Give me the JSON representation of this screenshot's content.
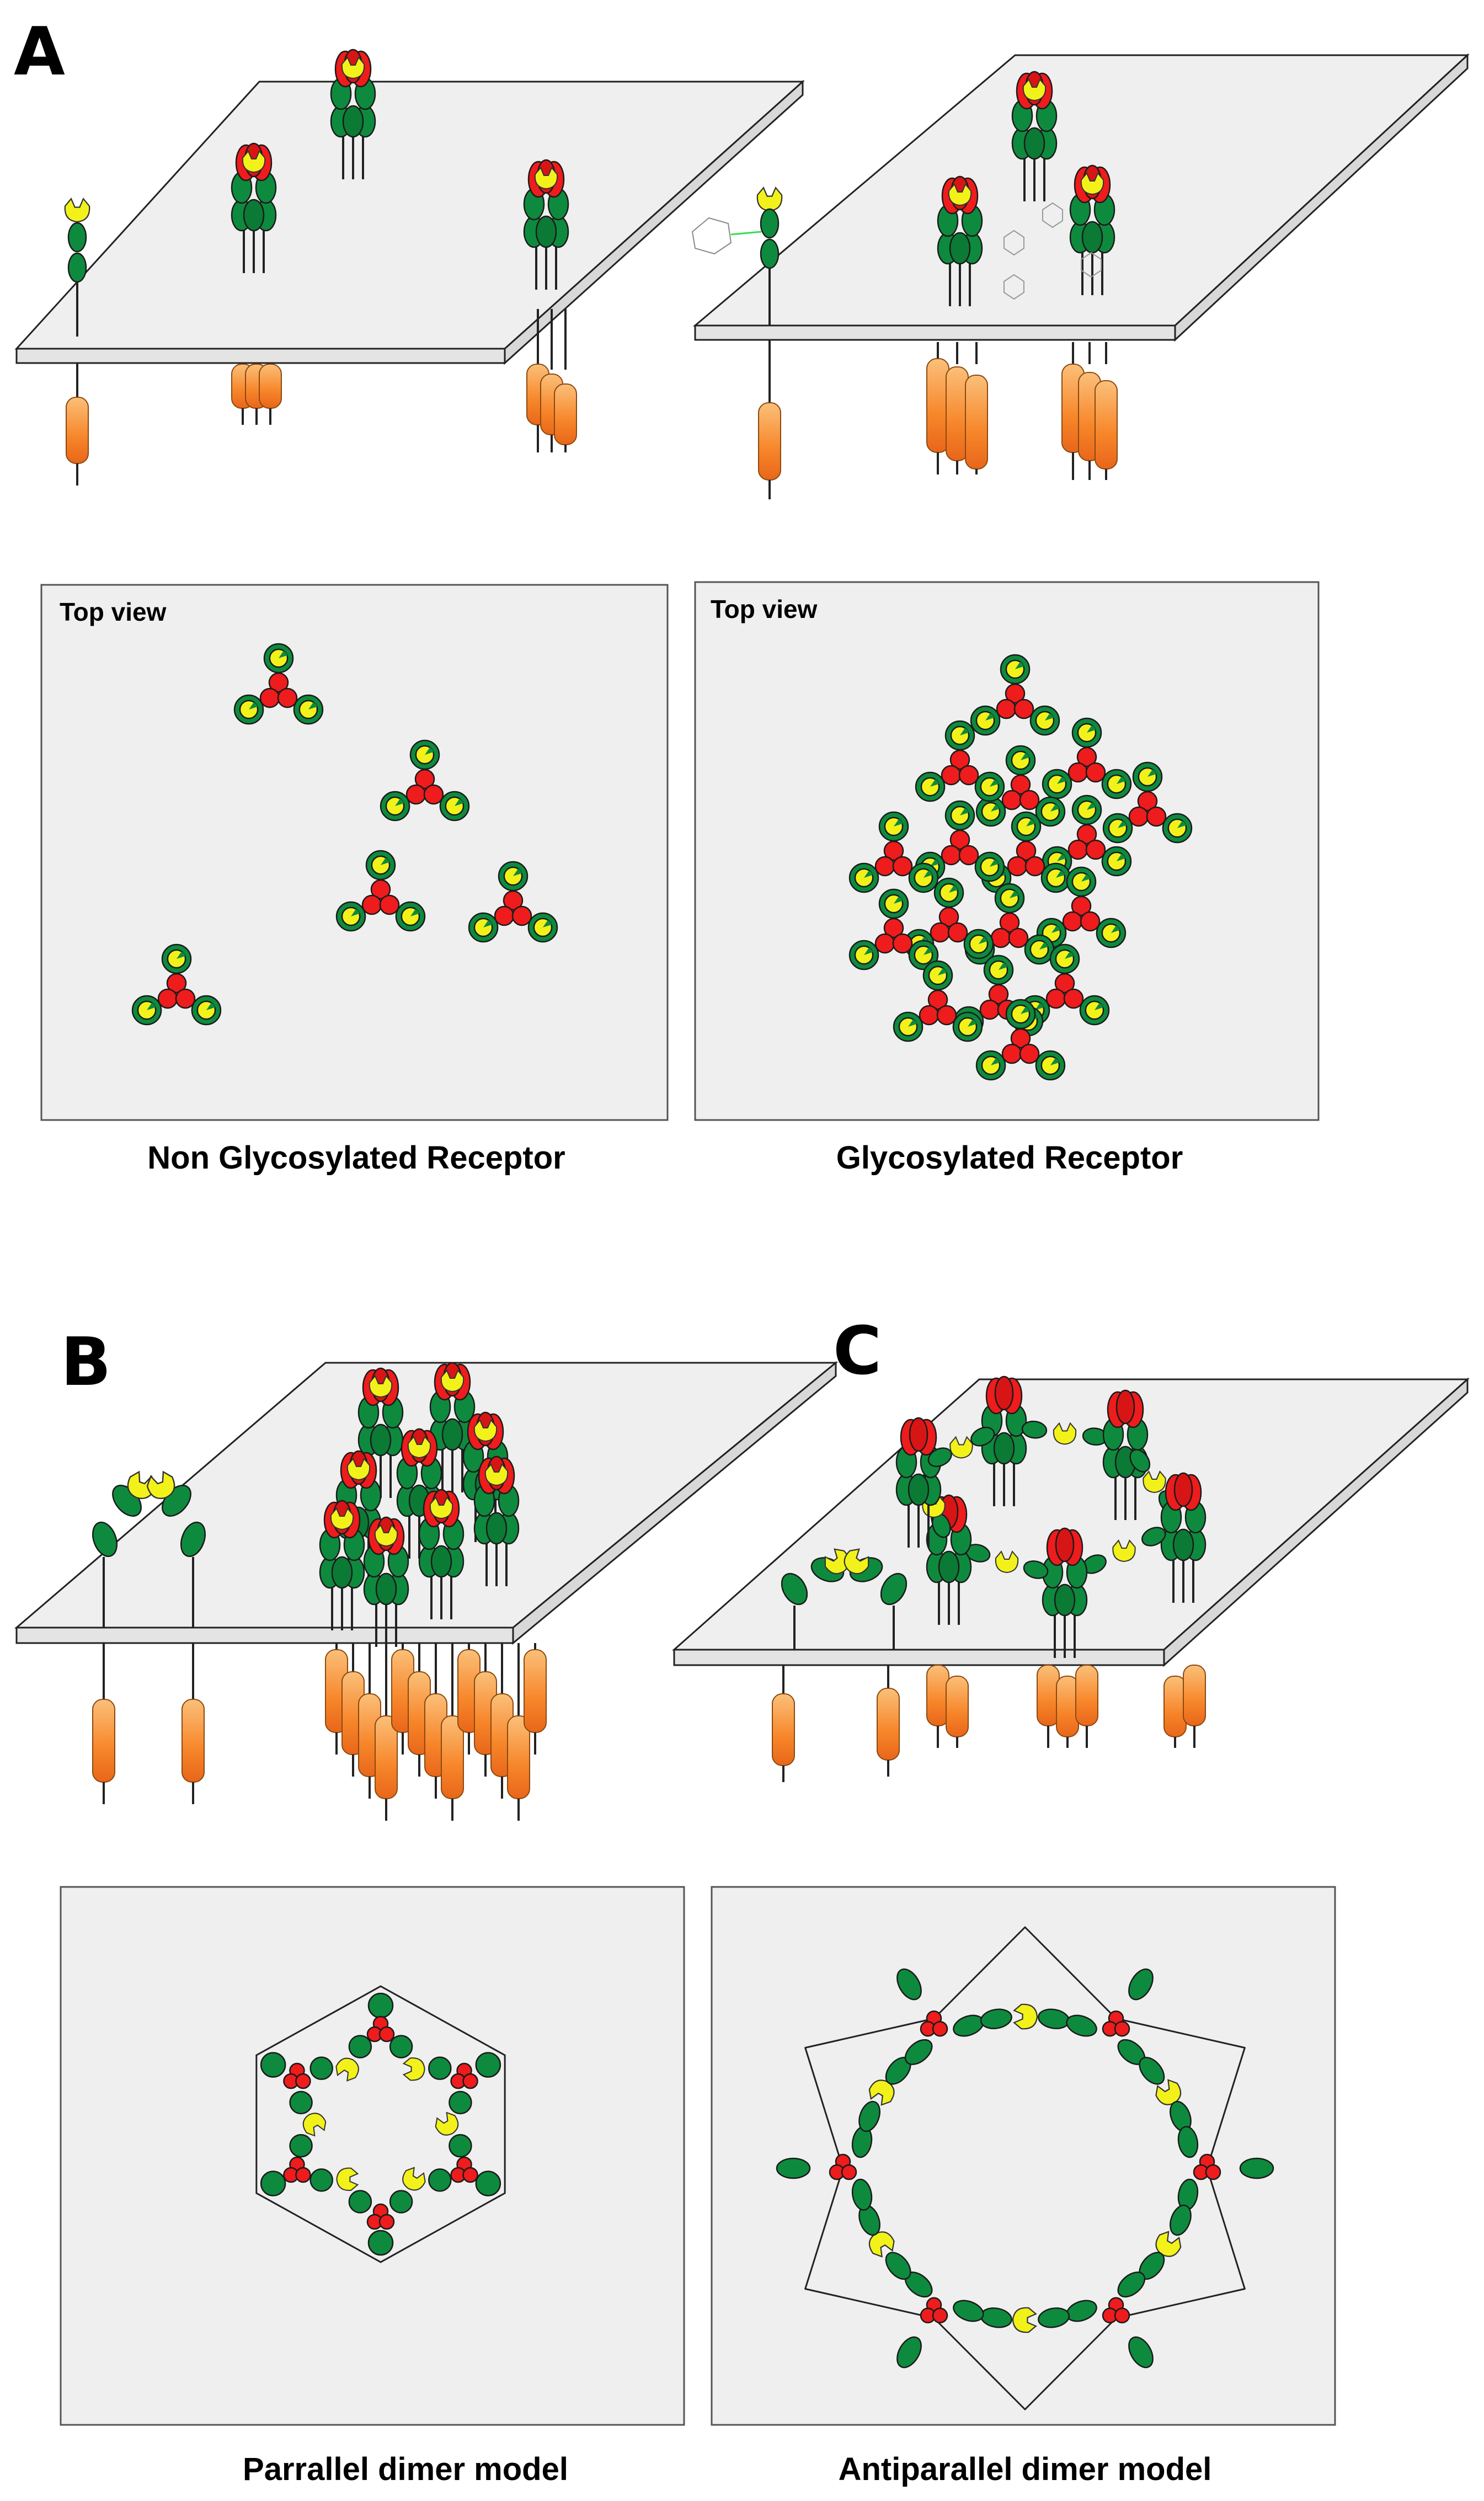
{
  "panels": {
    "a": {
      "label": "A"
    },
    "b": {
      "label": "B"
    },
    "c": {
      "label": "C"
    }
  },
  "top_view_labels": {
    "left": "Top view",
    "right": "Top view"
  },
  "captions": {
    "non_glycosylated": "Non Glycosylated Receptor",
    "glycosylated": "Glycosylated Receptor",
    "parallel": "Parrallel dimer model",
    "antiparallel": "Antiparallel dimer model"
  },
  "colors": {
    "receptor_green": "#0e8a3e",
    "ligand_red": "#ee1c1c",
    "binding_yellow": "#f2f21a",
    "transmembrane_orange": "#f7862a",
    "membrane_gray": "#efefef",
    "box_border": "#555555"
  }
}
